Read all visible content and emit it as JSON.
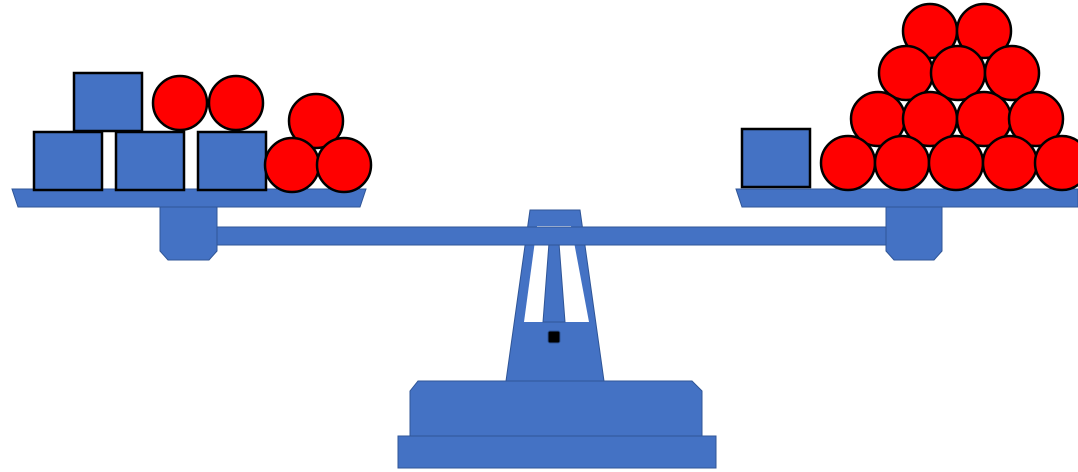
{
  "colors": {
    "background": "#ffffff",
    "scale_fill": "#4472C4",
    "scale_edge": "#2F5597",
    "cube_fill": "#4472C4",
    "ball_fill": "#FF0000",
    "outline": "#000000",
    "pivot_dot": "#000000",
    "needle_window": "#ffffff"
  },
  "left_pan": {
    "cube_count": 4,
    "ball_count": 5
  },
  "right_pan": {
    "cube_count": 1,
    "ball_count": 14
  }
}
